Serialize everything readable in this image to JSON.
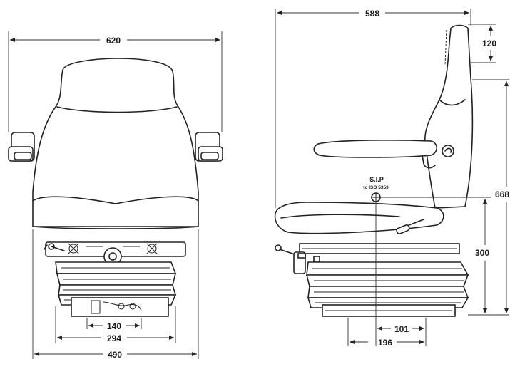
{
  "front_view": {
    "width_overall": "620",
    "base_width": "490",
    "suspension_width": "294",
    "mount_spacing": "140"
  },
  "side_view": {
    "depth_overall": "588",
    "headrest_adjust": "120",
    "height_overall": "668",
    "sip_height": "300",
    "sip_offset": "101",
    "mount_depth": "196",
    "sip_label": "S.I.P",
    "sip_standard": "to ISO 5353"
  }
}
